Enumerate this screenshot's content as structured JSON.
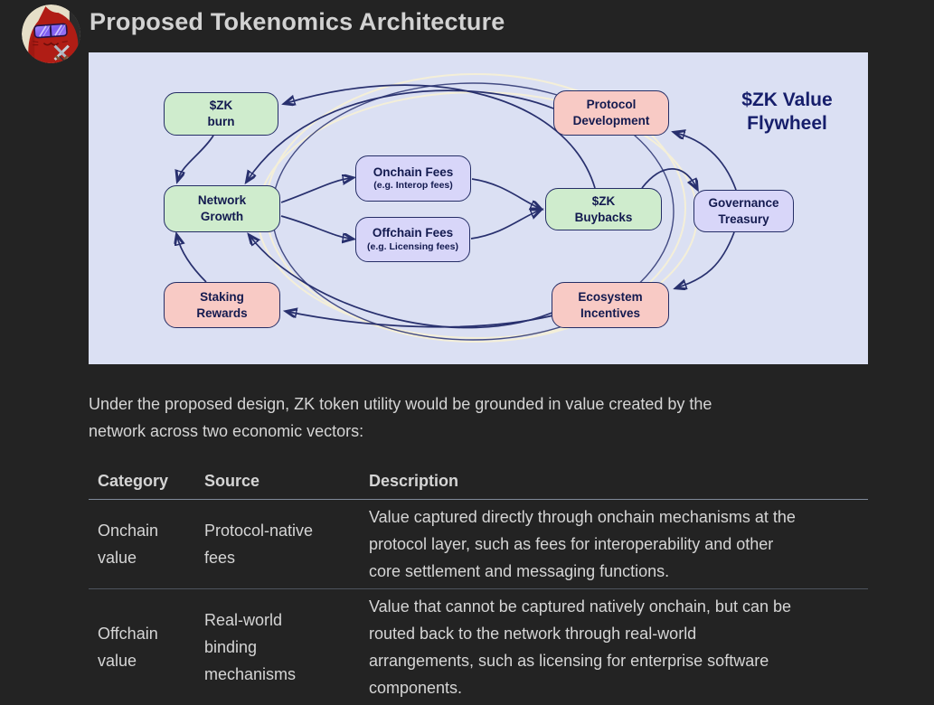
{
  "page": {
    "title": "Proposed Tokenomics Architecture",
    "avatar_icon": "red-cat-with-purple-sunglasses-and-crossed-swords"
  },
  "diagram": {
    "title_lines": [
      "$ZK Value",
      "Flywheel"
    ],
    "nodes": {
      "zk_burn": {
        "line1": "$ZK",
        "line2": "burn",
        "color": "green"
      },
      "protocol_development": {
        "line1": "Protocol",
        "line2": "Development",
        "color": "pink"
      },
      "network_growth": {
        "line1": "Network",
        "line2": "Growth",
        "color": "green"
      },
      "onchain_fees": {
        "line1": "Onchain Fees",
        "line2": "(e.g. Interop fees)",
        "color": "lavender"
      },
      "offchain_fees": {
        "line1": "Offchain Fees",
        "line2": "(e.g. Licensing fees)",
        "color": "lavender"
      },
      "zk_buybacks": {
        "line1": "$ZK",
        "line2": "Buybacks",
        "color": "green"
      },
      "governance_treasury": {
        "line1": "Governance",
        "line2": "Treasury",
        "color": "lavender"
      },
      "staking_rewards": {
        "line1": "Staking",
        "line2": "Rewards",
        "color": "pink"
      },
      "ecosystem_incentives": {
        "line1": "Ecosystem",
        "line2": "Incentives",
        "color": "pink"
      }
    },
    "edges": [
      {
        "from": "zk_burn",
        "to": "network_growth"
      },
      {
        "from": "protocol_development",
        "to": "network_growth"
      },
      {
        "from": "zk_buybacks",
        "to": "zk_burn"
      },
      {
        "from": "network_growth",
        "to": "onchain_fees"
      },
      {
        "from": "network_growth",
        "to": "offchain_fees"
      },
      {
        "from": "onchain_fees",
        "to": "zk_buybacks"
      },
      {
        "from": "offchain_fees",
        "to": "zk_buybacks"
      },
      {
        "from": "zk_buybacks",
        "to": "governance_treasury"
      },
      {
        "from": "governance_treasury",
        "to": "protocol_development"
      },
      {
        "from": "governance_treasury",
        "to": "ecosystem_incentives"
      },
      {
        "from": "ecosystem_incentives",
        "to": "staking_rewards"
      },
      {
        "from": "staking_rewards",
        "to": "network_growth"
      },
      {
        "from": "ecosystem_incentives",
        "to": "network_growth"
      }
    ]
  },
  "intro_lines": [
    "Under the proposed design, ZK token utility would be grounded in value created by the",
    "network across two economic vectors:"
  ],
  "table": {
    "headers": [
      "Category",
      "Source",
      "Description"
    ],
    "rows": [
      {
        "category_lines": [
          "Onchain",
          "value"
        ],
        "source_lines": [
          "Protocol-native",
          "fees"
        ],
        "description_lines": [
          "Value captured directly through onchain mechanisms at the",
          "protocol layer, such as fees for interoperability and other",
          "core settlement and messaging functions."
        ]
      },
      {
        "category_lines": [
          "Offchain",
          "value"
        ],
        "source_lines": [
          "Real-world",
          "binding",
          "mechanisms"
        ],
        "description_lines": [
          "Value that cannot be captured natively onchain, but can be",
          "routed back to the network through real-world",
          "arrangements, such as licensing for enterprise software",
          "components."
        ]
      }
    ]
  },
  "colors": {
    "page_background": "#232323",
    "heading_text": "#d2d2d2",
    "body_text": "#d5d5d5",
    "diagram_background": "#dbe0f3",
    "node_green": "#cfeccd",
    "node_lavender": "#d8d6f9",
    "node_pink": "#f8cac5",
    "node_border": "#252e66",
    "node_text": "#131a4f",
    "arrow": "#28306e",
    "flywheel_ring_cream": "#f4efd8",
    "diagram_title_text": "#161e6b",
    "table_header_rule": "#808a99",
    "table_row_rule": "#4e545e"
  }
}
